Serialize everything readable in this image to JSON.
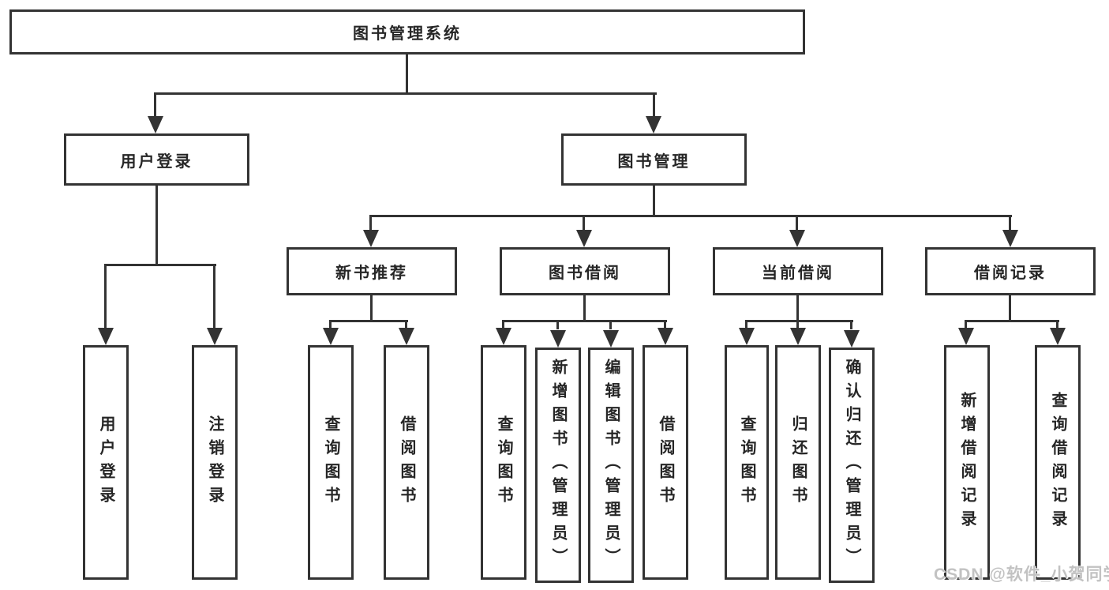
{
  "watermark": "CSDN @软件_小贺同学",
  "colors": {
    "line": "#333333",
    "text": "#262626",
    "background": "#ffffff",
    "watermark": "#c2c2c2"
  },
  "diagram": {
    "root": {
      "label": "图书管理系统"
    },
    "level2": [
      {
        "label": "用户登录"
      },
      {
        "label": "图书管理"
      }
    ],
    "level3": [
      {
        "label": "新书推荐"
      },
      {
        "label": "图书借阅"
      },
      {
        "label": "当前借阅"
      },
      {
        "label": "借阅记录"
      }
    ],
    "leaves": [
      {
        "label": "用户登录",
        "parent": "用户登录"
      },
      {
        "label": "注销登录",
        "parent": "用户登录"
      },
      {
        "label": "查询图书",
        "parent": "新书推荐"
      },
      {
        "label": "借阅图书",
        "parent": "新书推荐"
      },
      {
        "label": "查询图书",
        "parent": "图书借阅"
      },
      {
        "label": "新增图书（管理员）",
        "parent": "图书借阅"
      },
      {
        "label": "编辑图书（管理员）",
        "parent": "图书借阅"
      },
      {
        "label": "借阅图书",
        "parent": "图书借阅"
      },
      {
        "label": "查询图书",
        "parent": "当前借阅"
      },
      {
        "label": "归还图书",
        "parent": "当前借阅"
      },
      {
        "label": "确认归还（管理员）",
        "parent": "当前借阅"
      },
      {
        "label": "新增借阅记录",
        "parent": "借阅记录"
      },
      {
        "label": "查询借阅记录",
        "parent": "借阅记录"
      }
    ]
  }
}
